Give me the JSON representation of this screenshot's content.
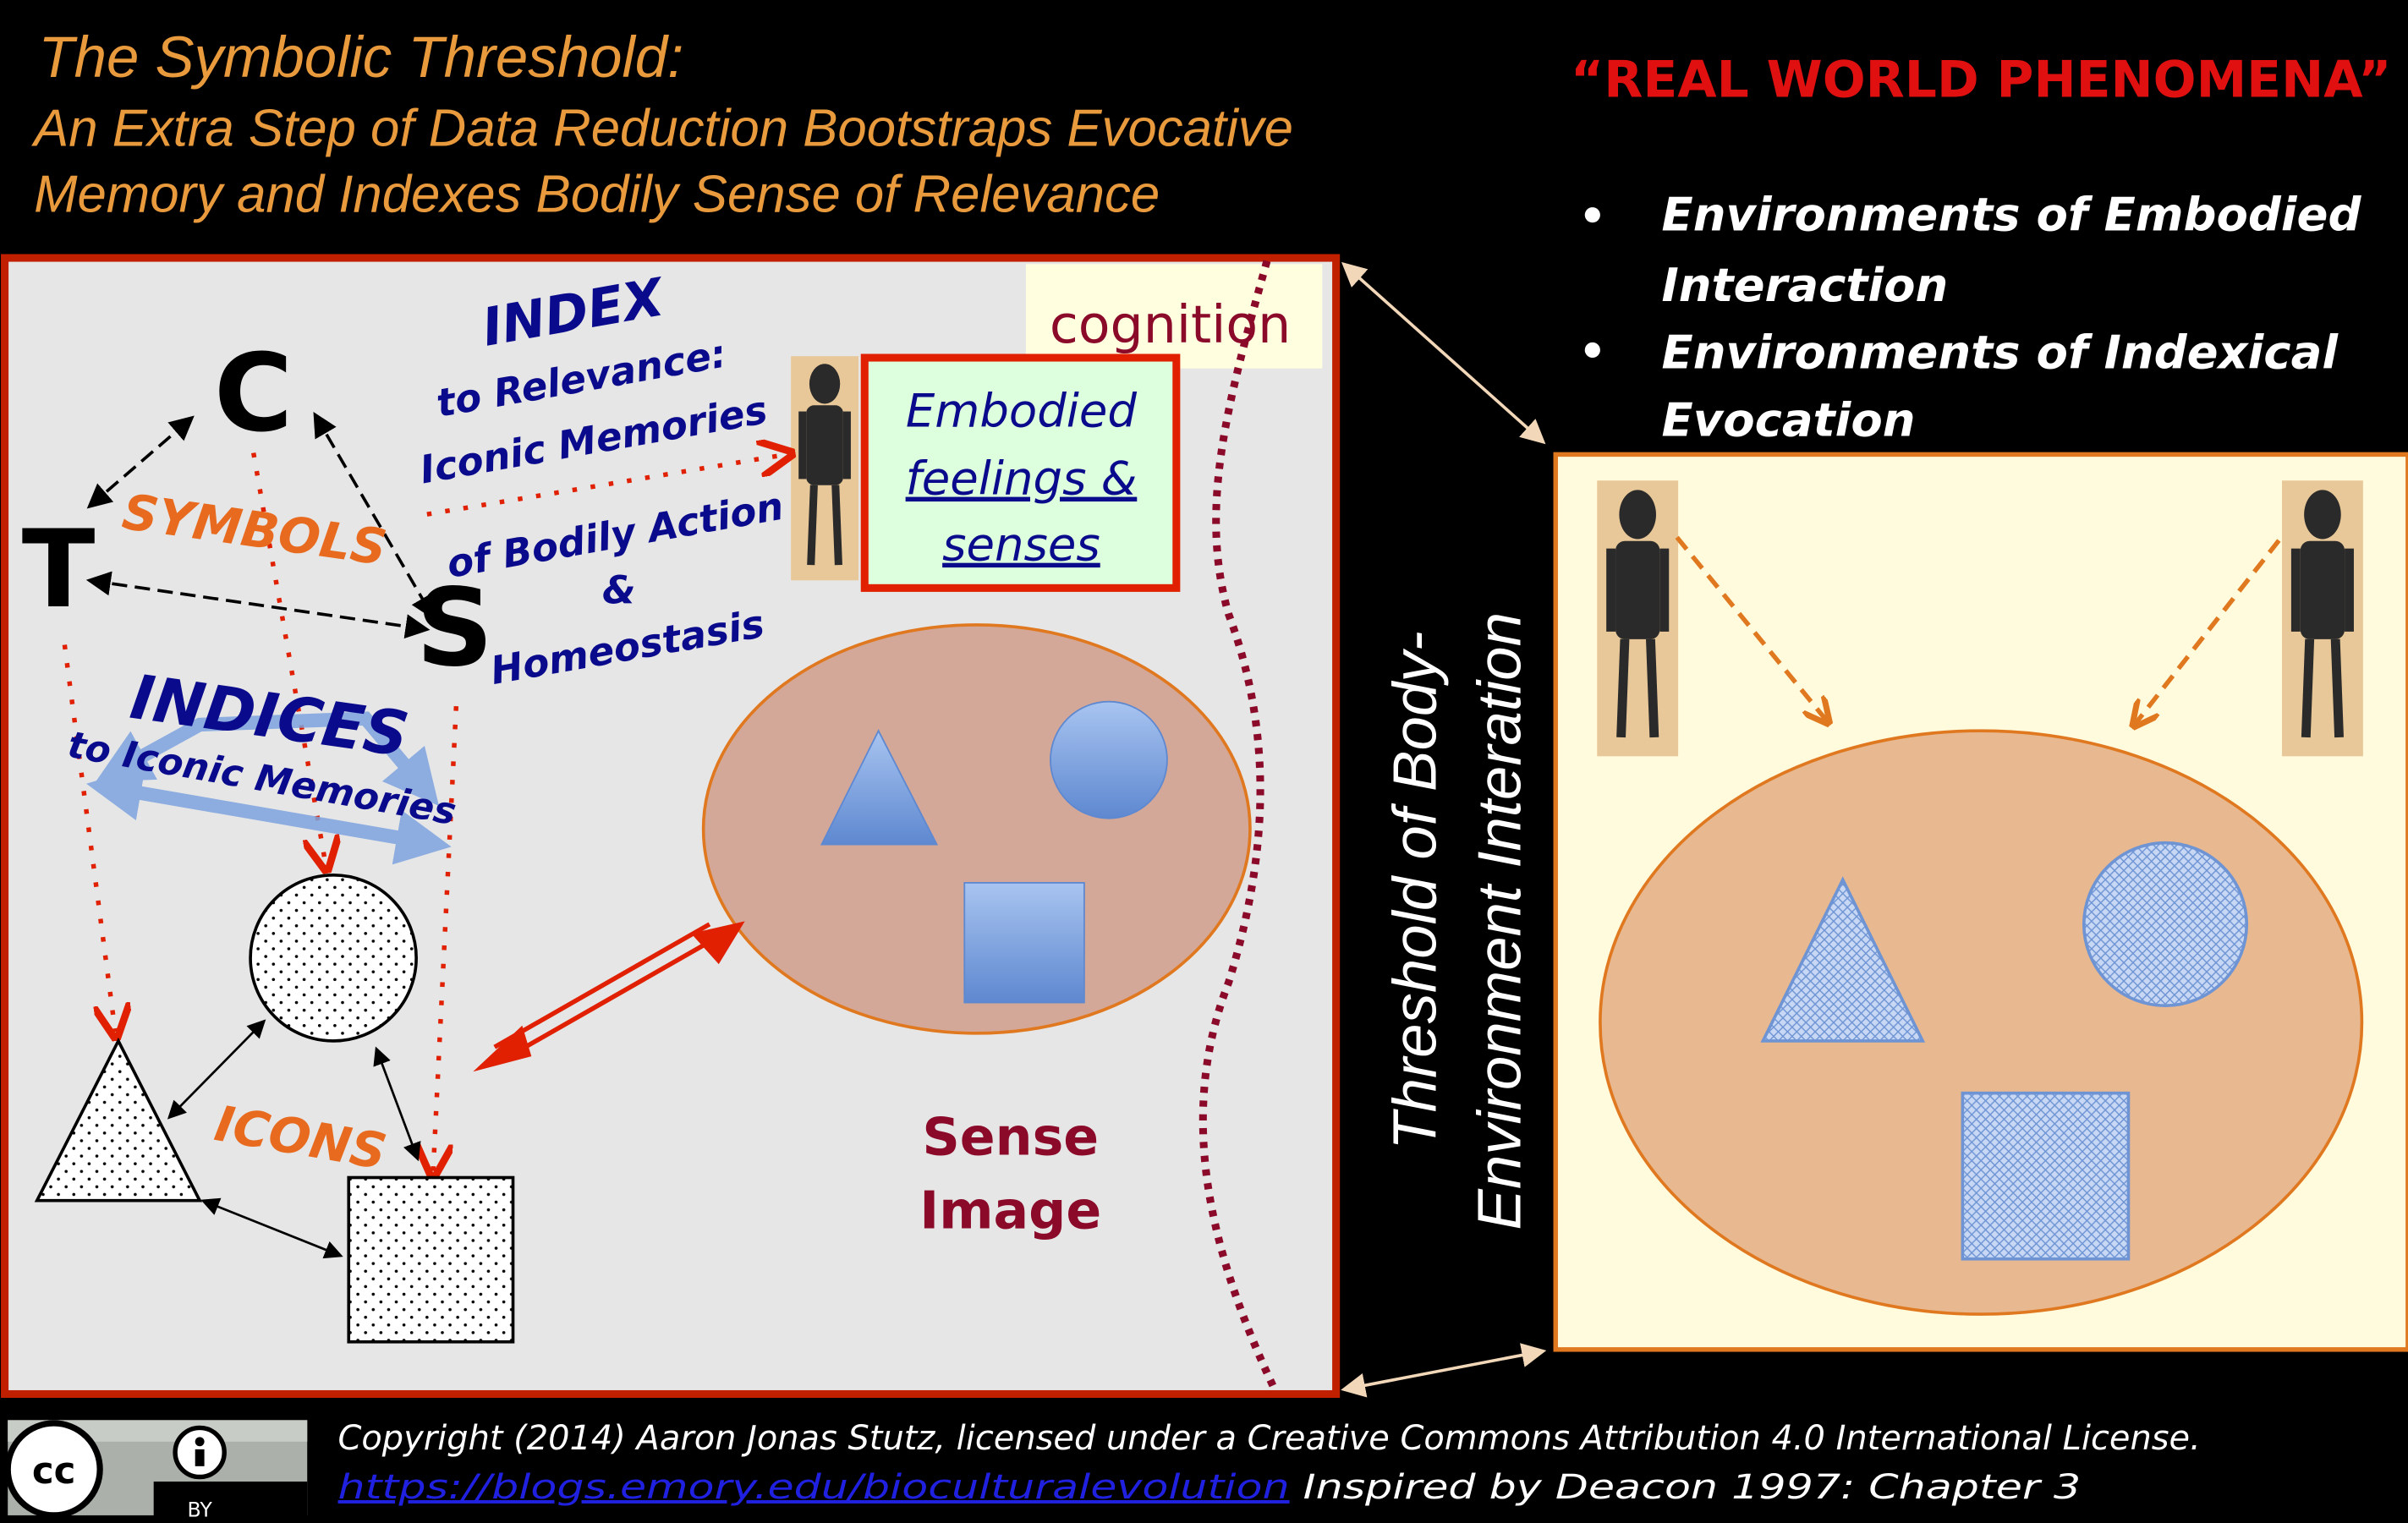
{
  "title": {
    "line1": "The Symbolic Threshold:",
    "line2": "An Extra Step of Data Reduction Bootstraps Evocative",
    "line3": "Memory and Indexes Bodily Sense of Relevance"
  },
  "real_world": {
    "heading": "“REAL WORLD PHENOMENA”",
    "bullets": [
      {
        "line1": "Environments of Embodied",
        "line2": "Interaction"
      },
      {
        "line1": "Environments of Indexical",
        "line2": "Evocation"
      }
    ]
  },
  "diagram": {
    "cognition": "cognition",
    "embodied": {
      "line1": "Embodied",
      "line2": "feelings &",
      "line3": "senses"
    },
    "letters": {
      "c": "C",
      "t": "T",
      "s": "S"
    },
    "symbols": "SYMBOLS",
    "index": {
      "title": "INDEX",
      "l1": "to Relevance:",
      "l2": "Iconic Memories",
      "l3": "of Bodily Action",
      "l4": "&",
      "l5": "Homeostasis"
    },
    "indices": {
      "title": "INDICES",
      "sub": "to Iconic Memories"
    },
    "icons": "ICONS",
    "sense_image": {
      "line1": "Sense",
      "line2": "Image"
    },
    "threshold": {
      "line1": "Threshold of Body-",
      "line2": "Environment Interation"
    }
  },
  "footer": {
    "copyright": "Copyright (2014) Aaron Jonas Stutz, licensed under a Creative Commons Attribution 4.0 International License.",
    "link": "https://blogs.emory.edu/bioculturalevolution",
    "inspired": " Inspired by Deacon 1997: Chapter 3",
    "cc_badge": {
      "cc": "cc",
      "by": "BY"
    }
  },
  "colors": {
    "title": "#E89A3C",
    "heading_red": "#E01010",
    "navy": "#0A0A8C",
    "orange": "#E86A1E",
    "maroon": "#8B0A2A",
    "panel_border": "#C02000",
    "shape_blue": "#7EA4E0"
  }
}
